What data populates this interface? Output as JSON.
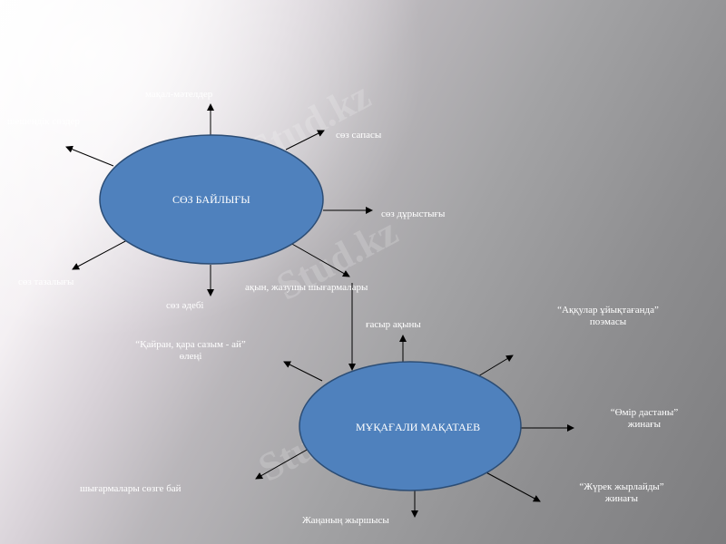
{
  "watermark": "Stud.kz",
  "colors": {
    "ellipse_fill": "#4f81bd",
    "ellipse_stroke": "#2c4d75",
    "arrow": "#000000",
    "text": "#ffffff"
  },
  "diagram1": {
    "center": "СӨЗ  БАЙЛЫҒЫ",
    "labels": [
      "мақал-мәтелдер",
      "шешендік сөздер",
      "сөз сапасы",
      "сөз дұрыстығы",
      "сөз тазалығы",
      "сөз әдебі",
      "ақын, жазушы  шығармалары"
    ]
  },
  "diagram2": {
    "center": "МҰҚАҒАЛИ МАҚАТАЕВ",
    "labels": [
      "ғасыр ақыны",
      "“Аққулар  ұйықтағанда”",
      "поэмасы",
      "“Қайран, қара сазым - ай”",
      "өлеңі",
      "“Өмір  дастаны”",
      "жинағы",
      "“Жүрек  жырлайды”",
      "жинағы",
      "Жаңаның жыршысы",
      "шығармалары сөзге бай"
    ]
  }
}
